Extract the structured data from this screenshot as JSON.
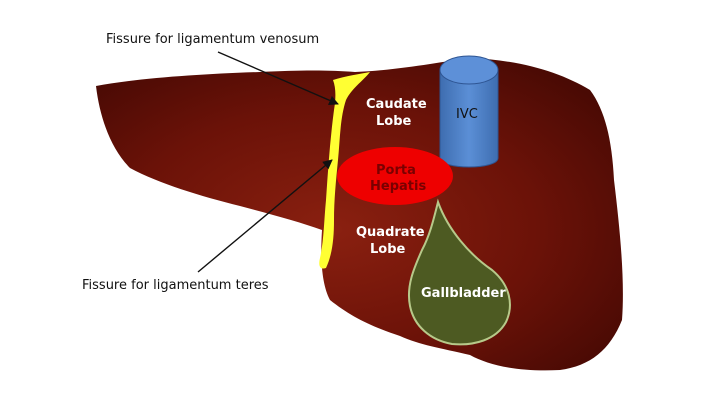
{
  "labels": {
    "fissure_venosum": "Fissure for ligamentum venosum",
    "fissure_teres": "Fissure for ligamentum teres",
    "caudate_lobe_line1": "Caudate",
    "caudate_lobe_line2": "Lobe",
    "ivc": "IVC",
    "porta_hepatis_line1": "Porta",
    "porta_hepatis_line2": "Hepatis",
    "quadrate_lobe_line1": "Quadrate",
    "quadrate_lobe_line2": "Lobe",
    "gallbladder": "Gallbladder"
  },
  "colors": {
    "liver": "#6b1208",
    "liver_dark": "#4a0a04",
    "fissure": "#ffff33",
    "ivc": "#4a7cc4",
    "ivc_top": "#5d90d8",
    "porta_hepatis": "#ee0000",
    "gallbladder": "#4d5a22",
    "gallbladder_outline": "#b7c98a"
  }
}
